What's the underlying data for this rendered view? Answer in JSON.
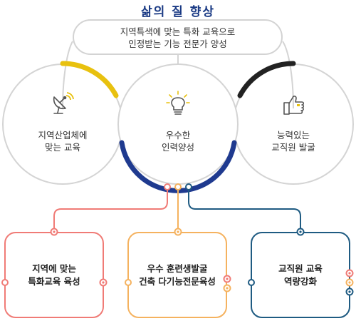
{
  "title": "삶의 질 향상",
  "banner": {
    "line1": "지역특색에 맞는 특화 교육으로",
    "line2": "인정받는 기능 전문가 양성"
  },
  "circles": [
    {
      "line1": "지역산업체에",
      "line2": "맞는 교육",
      "icon": "satellite-dish-icon",
      "arc_color": "#e8c10f"
    },
    {
      "line1": "우수한",
      "line2": "인력양성",
      "icon": "lightbulb-icon",
      "arc_color": "#1f3a8f"
    },
    {
      "line1": "능력있는",
      "line2": "교직원 발굴",
      "icon": "thumbs-up-icon",
      "arc_color": "#222222"
    }
  ],
  "boxes": [
    {
      "line1": "지역에 맞는",
      "line2": "특화교육 육성",
      "color": "#f07b76"
    },
    {
      "line1": "우수 훈련생발굴",
      "line2": "건축 다기능전문육성",
      "color": "#f5b25f"
    },
    {
      "line1": "교직원 교육",
      "line2": "역량강화",
      "color": "#1f5b82"
    }
  ]
}
